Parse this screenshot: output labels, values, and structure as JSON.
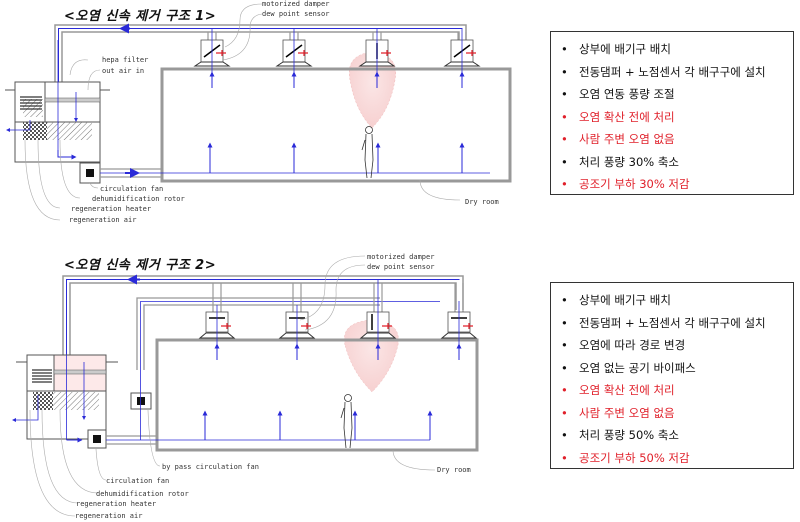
{
  "diagram1": {
    "title": "<오염 신속 제거 구조 1>",
    "labels": {
      "motorized_damper": "motorized damper",
      "dew_point_sensor": "dew point sensor",
      "hepa_filter": "hepa filter",
      "out_air_in": "out air in",
      "circulation_fan": "circulation fan",
      "dehumidification_rotor": "dehumidification rotor",
      "regeneration_heater": "regeneration heater",
      "regeneration_air": "regeneration air",
      "dry_room": "Dry room"
    },
    "notes": [
      {
        "text": "상부에 배기구 배치",
        "highlight": false
      },
      {
        "text": "전동댐퍼 + 노점센서 각 배구구에 설치",
        "highlight": false
      },
      {
        "text": "오염 연동 풍량 조절",
        "highlight": false
      },
      {
        "text": "오염 확산 전에 처리",
        "highlight": true
      },
      {
        "text": "사람 주변 오염 없음",
        "highlight": true
      },
      {
        "text": "처리 풍량 30% 축소",
        "highlight": false
      },
      {
        "text": "공조기 부하 30% 저감",
        "highlight": true
      }
    ]
  },
  "diagram2": {
    "title": "<오염 신속 제거 구조 2>",
    "labels": {
      "motorized_damper": "motorized damper",
      "dew_point_sensor": "dew point sensor",
      "by_pass_circulation_fan": "by pass circulation fan",
      "circulation_fan": "circulation fan",
      "dehumidification_rotor": "dehumidification rotor",
      "regeneration_heater": "regeneration heater",
      "regeneration_air": "regeneration air",
      "dry_room": "Dry room"
    },
    "notes": [
      {
        "text": "상부에 배기구 배치",
        "highlight": false
      },
      {
        "text": "전동댐퍼 + 노점센서 각 배구구에 설치",
        "highlight": false
      },
      {
        "text": "오염에 따라 경로 변경",
        "highlight": false
      },
      {
        "text": "오염 없는 공기 바이패스",
        "highlight": false
      },
      {
        "text": "오염 확산 전에 처리",
        "highlight": true
      },
      {
        "text": "사람 주변 오염 없음",
        "highlight": true
      },
      {
        "text": "처리 풍량 50% 축소",
        "highlight": false
      },
      {
        "text": "공조기 부하 50% 저감",
        "highlight": true
      }
    ]
  },
  "bullet": "•",
  "colors": {
    "duct": "#999999",
    "flow": "#2a2ad8",
    "highlight": "#e0202a",
    "contamination": "#f6d6d6"
  }
}
